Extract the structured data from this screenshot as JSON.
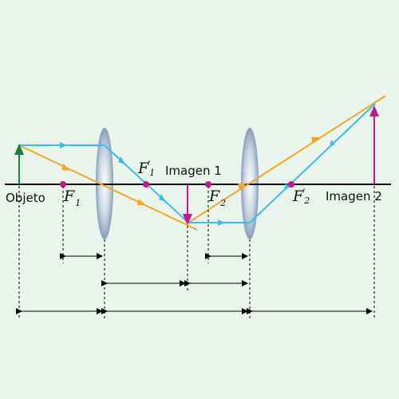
{
  "labels": {
    "object": "Objeto",
    "image1": "Imagen 1",
    "image2": "Imagen 2"
  },
  "focal_points": {
    "f1": {
      "letter": "F",
      "subscript": "1",
      "prime": false
    },
    "f1p": {
      "letter": "F",
      "subscript": "1",
      "prime": true
    },
    "f2": {
      "letter": "F",
      "subscript": "2",
      "prime": false
    },
    "f2p": {
      "letter": "F",
      "subscript": "2",
      "prime": true
    }
  },
  "colors": {
    "background": "#e9f4ec",
    "object_arrow": "#1a7f3c",
    "image_arrow": "#c8168a",
    "focal_dot": "#c8168a",
    "ray_orange": "#f5a623",
    "ray_blue": "#3cbde8",
    "lens": "#b9c8dd",
    "axis": "#000000"
  }
}
